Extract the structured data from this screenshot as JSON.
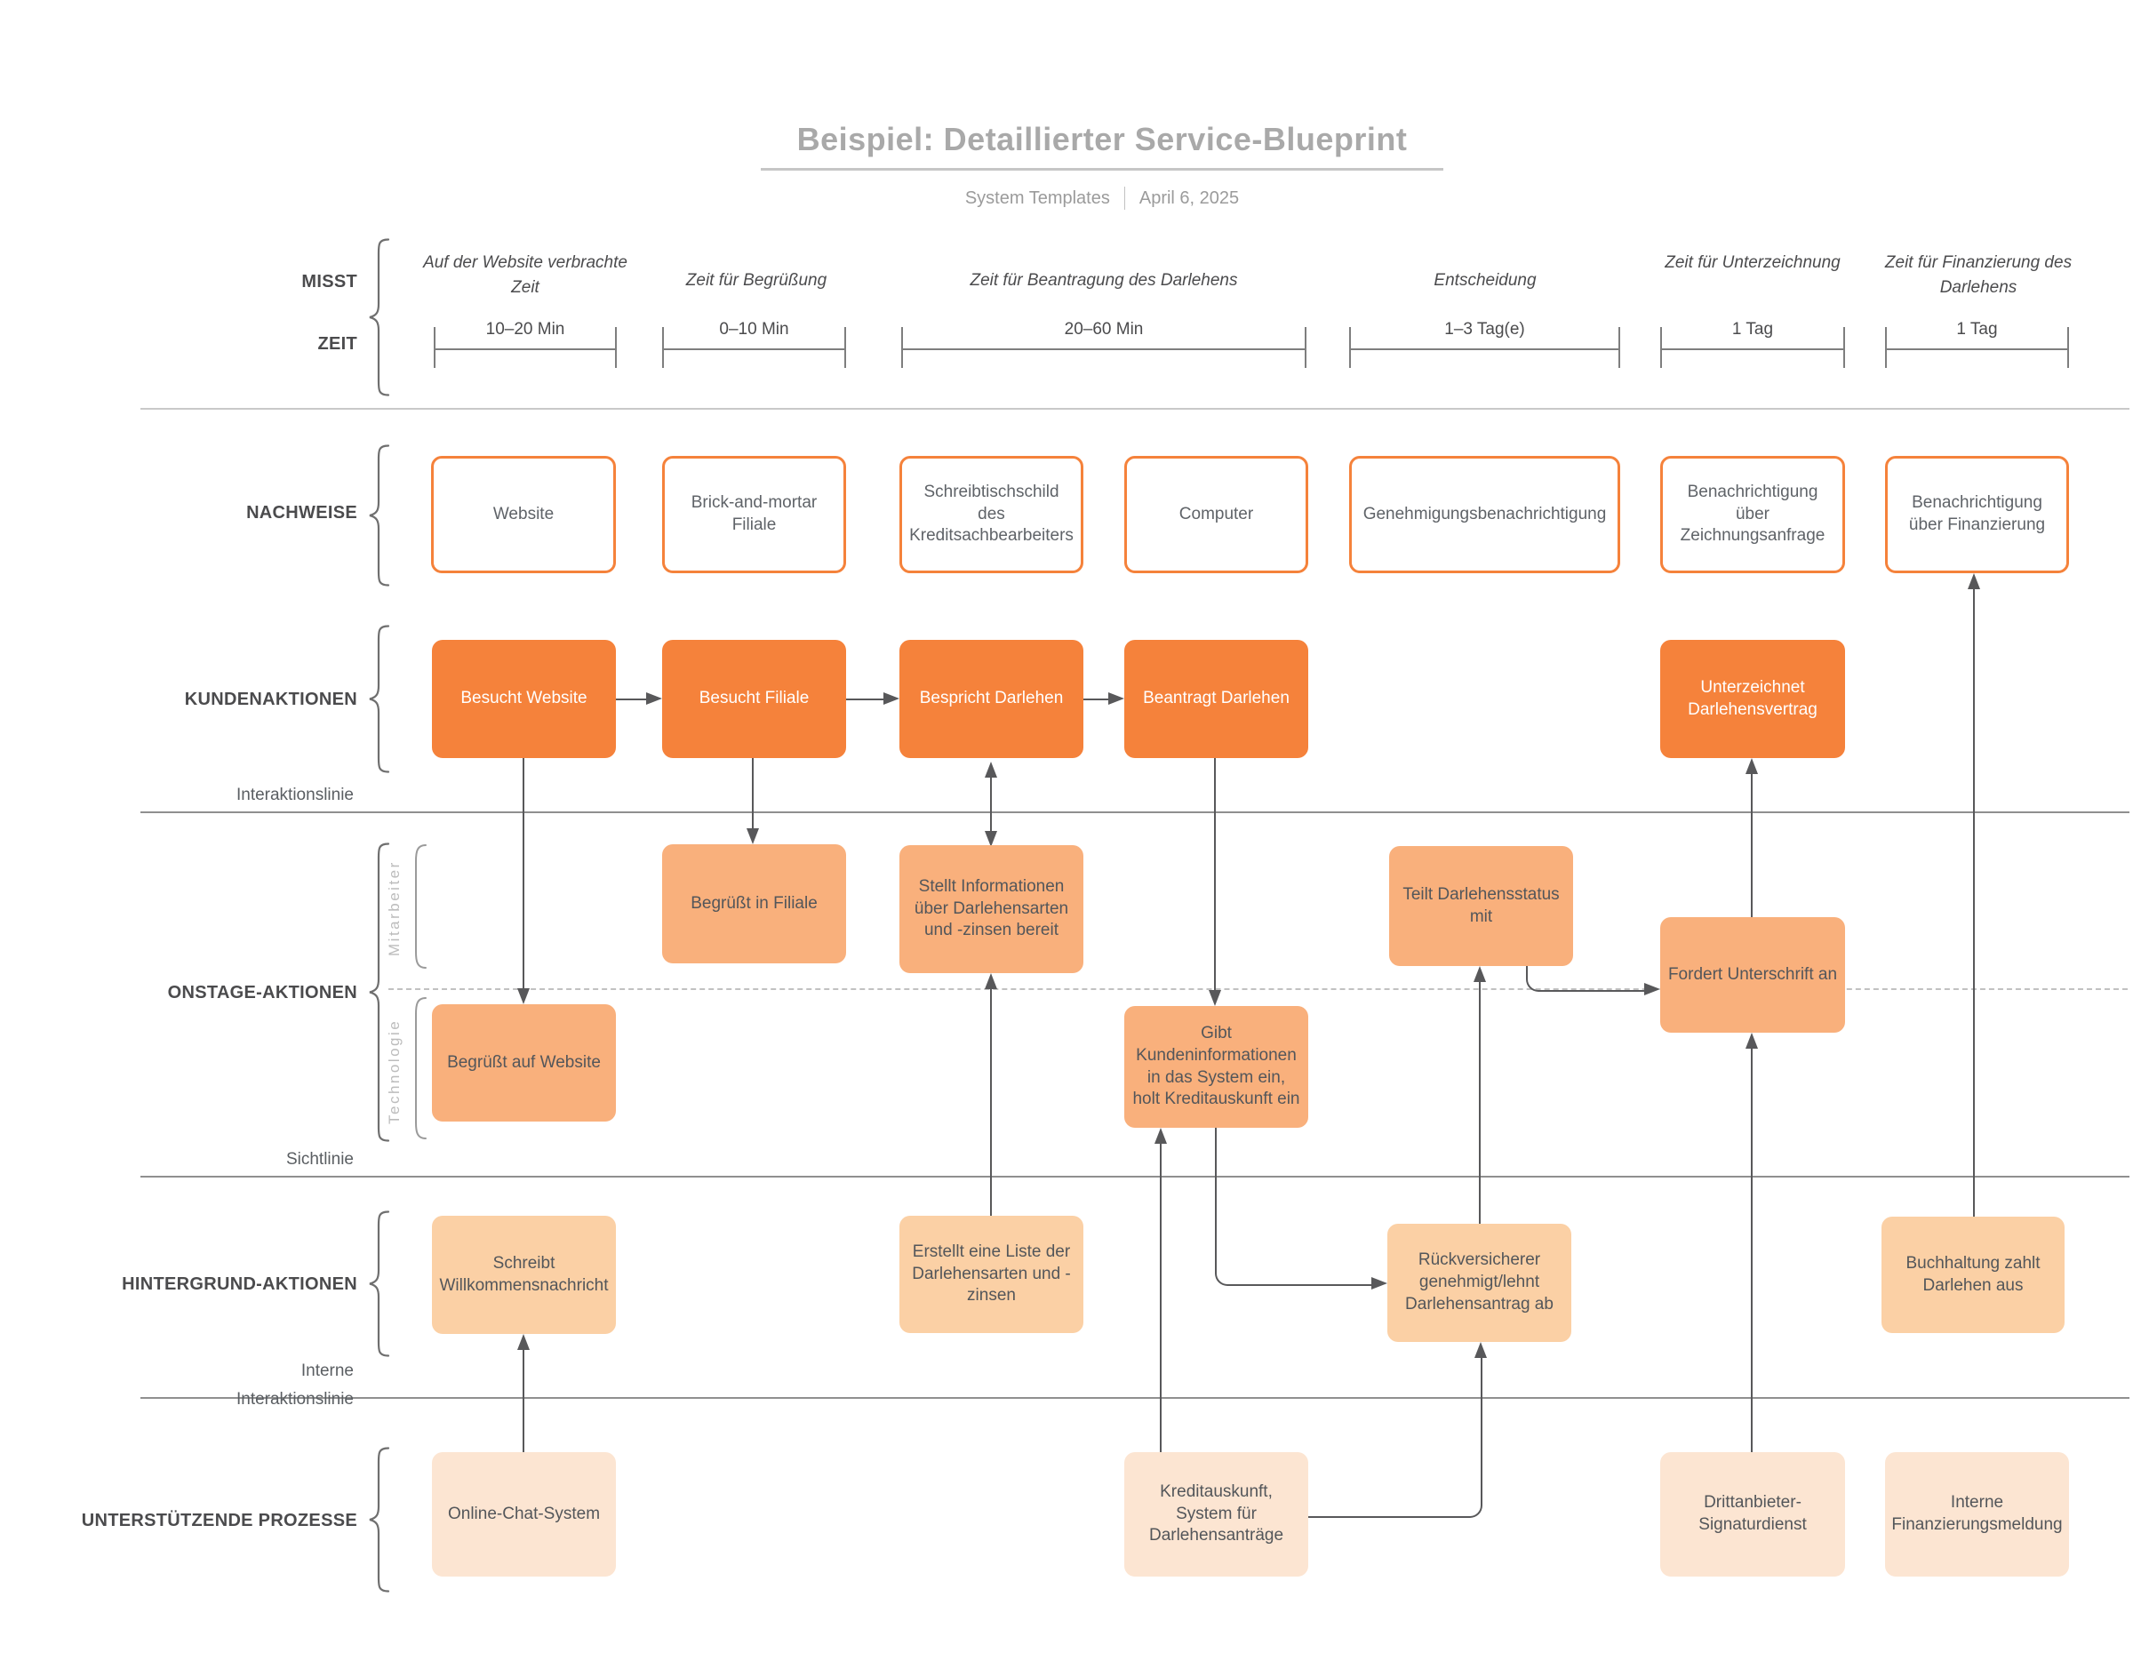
{
  "header": {
    "title": "Beispiel: Detaillierter Service-Blueprint",
    "brand": "System Templates",
    "date": "April 6, 2025"
  },
  "rows": {
    "misst": "MISST",
    "zeit": "ZEIT",
    "nachweise": "NACHWEISE",
    "kundenaktionen": "KUNDENAKTIONEN",
    "onstage": "ONSTAGE-AKTIONEN",
    "mitarbeiter": "Mitarbeiter",
    "technologie": "Technologie",
    "hintergrund": "HINTERGRUND-AKTIONEN",
    "support": "UNTERSTÜTZENDE PROZESSE"
  },
  "separators": {
    "interaktion": "Interaktionslinie",
    "sicht": "Sichtlinie",
    "intern_line1": "Interne",
    "intern_line2": "Interaktionslinie"
  },
  "timeline": [
    {
      "label": "Auf der Website verbrachte Zeit",
      "value": "10–20 Min"
    },
    {
      "label": "Zeit für Begrüßung",
      "value": "0–10 Min"
    },
    {
      "label": "Zeit für Beantragung des Darlehens",
      "value": "20–60 Min"
    },
    {
      "label": "Entscheidung",
      "value": "1–3 Tag(e)"
    },
    {
      "label": "Zeit für Unterzeichnung",
      "value": "1 Tag"
    },
    {
      "label": "Zeit für Finanzierung des Darlehens",
      "value": "1 Tag"
    }
  ],
  "evidence": [
    "Website",
    "Brick-and-mortar Filiale",
    "Schreibtischschild des Kreditsachbearbeiters",
    "Computer",
    "Genehmigungsbenachrichtigung",
    "Benachrichtigung über Zeichnungsanfrage",
    "Benachrichtigung über Finanzierung"
  ],
  "customer": [
    "Besucht Website",
    "Besucht Filiale",
    "Bespricht Darlehen",
    "Beantragt Darlehen",
    "Unterzeichnet Darlehensvertrag"
  ],
  "onstage": [
    "Begrüßt in Filiale",
    "Stellt Informationen über Darlehensarten und -zinsen bereit",
    "Teilt Darlehensstatus mit",
    "Begrüßt auf Website",
    "Gibt Kundeninformationen in das System ein, holt Kreditauskunft ein",
    "Fordert Unterschrift an"
  ],
  "backstage": [
    "Schreibt Willkommensnachricht",
    "Erstellt eine Liste der Darlehensarten und -zinsen",
    "Rückversicherer genehmigt/lehnt Darlehensantrag ab",
    "Buchhaltung zahlt Darlehen aus"
  ],
  "support": [
    "Online-Chat-System",
    "Kreditauskunft, System für Darlehensanträge",
    "Drittanbieter-Signaturdienst",
    "Interne Finanzierungsmeldung"
  ],
  "colors": {
    "accent": "#F5823B",
    "onstage_fill": "#F9B07C",
    "backstage_fill": "#FBD0A5",
    "support_fill": "#FCE5D2",
    "connector": "#58585A",
    "rule": "#8F8F8F",
    "title_gray": "#A9A9A9"
  }
}
